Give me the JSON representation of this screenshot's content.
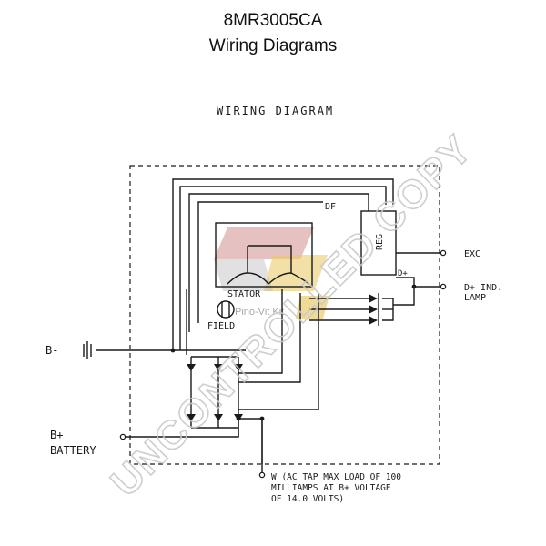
{
  "header": {
    "part_number": "8MR3005CA",
    "subtitle": "Wiring Diagrams"
  },
  "diagram": {
    "heading": "WIRING DIAGRAM",
    "labels": {
      "df": "DF",
      "reg": "REG",
      "exc": "EXC",
      "d_plus": "D+",
      "d_plus_ind": "D+ IND.",
      "lamp": "LAMP",
      "stator": "STATOR",
      "field": "FIELD",
      "b_minus": "B-",
      "b_plus": "B+",
      "battery": "BATTERY",
      "w_note_1": "W (AC TAP MAX LOAD OF 100",
      "w_note_2": "MILLIAMPS AT B+ VOLTAGE",
      "w_note_3": "OF 14.0 VOLTS)"
    }
  },
  "watermark": {
    "text": "UNCONTROLLED COPY",
    "logo_text": "Pino-Vit Kit",
    "color": "#c9c9c9"
  },
  "colors": {
    "line": "#1a1a1a",
    "logo_red": "#c97a7a",
    "logo_yellow": "#e8c250",
    "logo_gray": "#9a9a9a"
  }
}
